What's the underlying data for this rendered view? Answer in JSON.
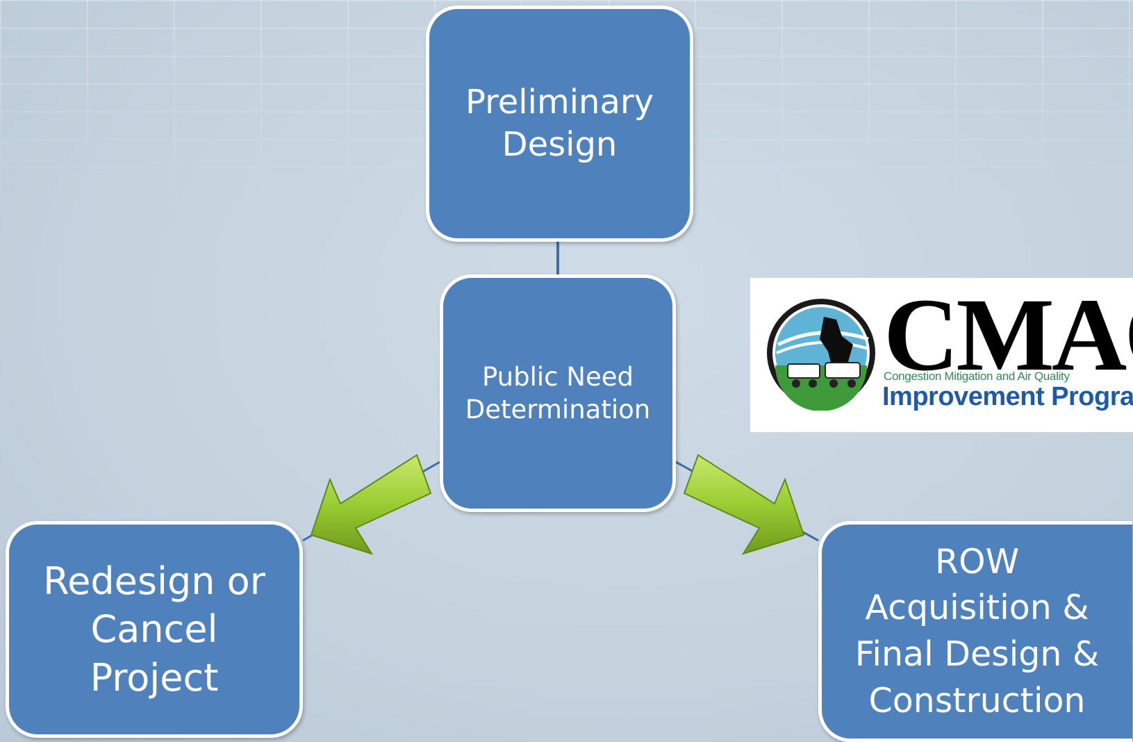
{
  "diagram": {
    "nodes": {
      "preliminary_design": "Preliminary\nDesign",
      "public_need": "Public Need\nDetermination",
      "redesign": "Redesign or\nCancel\nProject",
      "row_acquisition": "ROW\nAcquisition &\nFinal Design &\nConstruction"
    },
    "edges": [
      {
        "from": "preliminary_design",
        "to": "public_need",
        "style": "line"
      },
      {
        "from": "public_need",
        "to": "redesign",
        "style": "arrow"
      },
      {
        "from": "public_need",
        "to": "row_acquisition",
        "style": "arrow"
      }
    ]
  },
  "logo": {
    "wordmark": "CMAQ",
    "tagline": "Congestion Mitigation and Air Quality",
    "program": "Improvement Program"
  },
  "colors": {
    "box_fill": "#4f81bd",
    "box_border": "#ffffff",
    "arrow_fill": "#9acd32",
    "connector": "#3a6ea5"
  }
}
